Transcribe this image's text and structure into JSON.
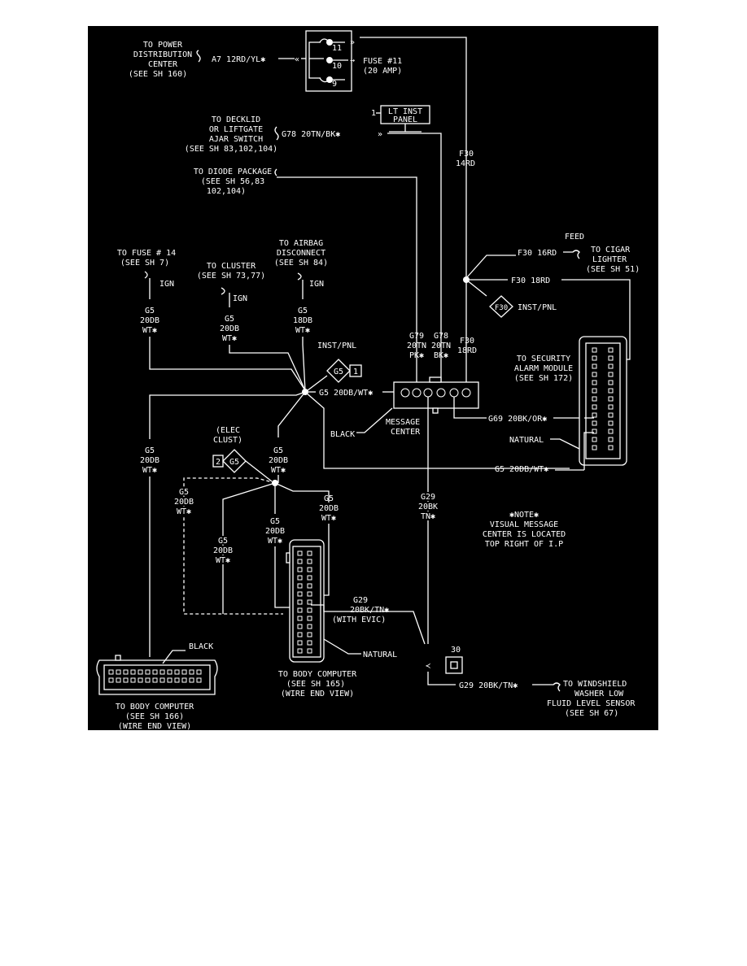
{
  "colors": {
    "background": "#000000",
    "ink": "#ffffff",
    "page": "#ffffff"
  },
  "power": {
    "line1": "TO POWER",
    "line2": "DISTRIBUTION",
    "line3": "CENTER",
    "line4": "(SEE SH 160)",
    "wire": "A7 12RD/YL✱"
  },
  "fuse": {
    "pin_top": "11",
    "pin_mid": "10",
    "pin_bot": "9",
    "label": "FUSE #11",
    "rating": "(20 AMP)"
  },
  "lt_inst": {
    "num": "1",
    "line1": "LT INST",
    "line2": "PANEL"
  },
  "decklid": {
    "line1": "TO DECKLID",
    "line2": "OR LIFTGATE",
    "line3": "AJAR SWITCH",
    "line4": "(SEE SH 83,102,104)",
    "wire": "G78 20TN/BK✱"
  },
  "diode": {
    "line1": "TO DIODE PACKAGE",
    "line2": "(SEE SH 56,83",
    "line3": "102,104)"
  },
  "f30_main": {
    "line1": "F30",
    "line2": "14RD"
  },
  "feed": {
    "label": "FEED",
    "wire": "F30 16RD",
    "to1": "TO CIGAR",
    "to2": "LIGHTER",
    "to3": "(SEE SH 51)"
  },
  "f30_18": {
    "wire": "F30 18RD",
    "splice": "F30",
    "splice_label": "INST/PNL"
  },
  "fuse14": {
    "line1": "TO FUSE # 14",
    "line2": "(SEE SH 7)",
    "ign": "IGN",
    "wire1": "G5",
    "wire2": "20DB",
    "wire3": "WT✱"
  },
  "cluster": {
    "line1": "TO CLUSTER",
    "line2": "(SEE SH 73,77)",
    "ign": "IGN",
    "wire1": "G5",
    "wire2": "20DB",
    "wire3": "WT✱"
  },
  "airbag": {
    "line1": "TO AIRBAG",
    "line2": "DISCONNECT",
    "line3": "(SEE SH 84)",
    "ign": "IGN",
    "wire1": "G5",
    "wire2": "18DB",
    "wire3": "WT✱"
  },
  "inst_pnl_splice": {
    "label": "INST/PNL",
    "splice": "G5",
    "num": "1",
    "wire": "G5 20DB/WT✱"
  },
  "msg_center": {
    "g79_1": "G79",
    "g79_2": "20TN",
    "g79_3": "PK✱",
    "g78_1": "G78",
    "g78_2": "20TN",
    "g78_3": "BK✱",
    "f30_1": "F30",
    "f30_2": "18RD",
    "color": "BLACK",
    "name1": "MESSAGE",
    "name2": "CENTER"
  },
  "security": {
    "line1": "TO SECURITY",
    "line2": "ALARM MODULE",
    "line3": "(SEE SH 172)",
    "wire": "G69 20BK/OR✱",
    "color": "NATURAL",
    "g5_wire": "G5 20DB/WT✱"
  },
  "left_g5": {
    "w1": "G5",
    "w2": "20DB",
    "w3": "WT✱"
  },
  "elec_clust": {
    "line1": "(ELEC",
    "line2": "CLUST)",
    "num": "2",
    "splice": "G5"
  },
  "mid_g5": {
    "w1": "G5",
    "w2": "20DB",
    "w3": "WT✱"
  },
  "dash_g5a": {
    "w1": "G5",
    "w2": "20DB",
    "w3": "WT✱"
  },
  "dash_g5b": {
    "w1": "G5",
    "w2": "20DB",
    "w3": "WT✱"
  },
  "right_g5": {
    "w1": "G5",
    "w2": "20DB",
    "w3": "WT✱"
  },
  "lower_g5": {
    "w1": "G5",
    "w2": "20DB",
    "w3": "WT✱"
  },
  "g29_vert": {
    "w1": "G29",
    "w2": "20BK",
    "w3": "TN✱"
  },
  "note": {
    "line1": "✱NOTE✱",
    "line2": "VISUAL MESSAGE",
    "line3": "CENTER IS LOCATED",
    "line4": "TOP RIGHT OF I.P"
  },
  "g29_evic": {
    "w1": "G29",
    "w2": "20BK/TN✱",
    "w3": "(WITH EVIC)"
  },
  "body_comp_165": {
    "color": "NATURAL",
    "line1": "TO BODY COMPUTER",
    "line2": "(SEE SH 165)",
    "line3": "(WIRE END VIEW)"
  },
  "body_comp_166": {
    "color": "BLACK",
    "line1": "TO BODY COMPUTER",
    "line2": "(SEE SH 166)",
    "line3": "(WIRE END VIEW)"
  },
  "ground30": {
    "num": "30"
  },
  "washer": {
    "wire": "G29 20BK/TN✱",
    "line1": "TO WINDSHIELD",
    "line2": "WASHER LOW",
    "line3": "FLUID LEVEL SENSOR",
    "line4": "(SEE SH 67)"
  }
}
